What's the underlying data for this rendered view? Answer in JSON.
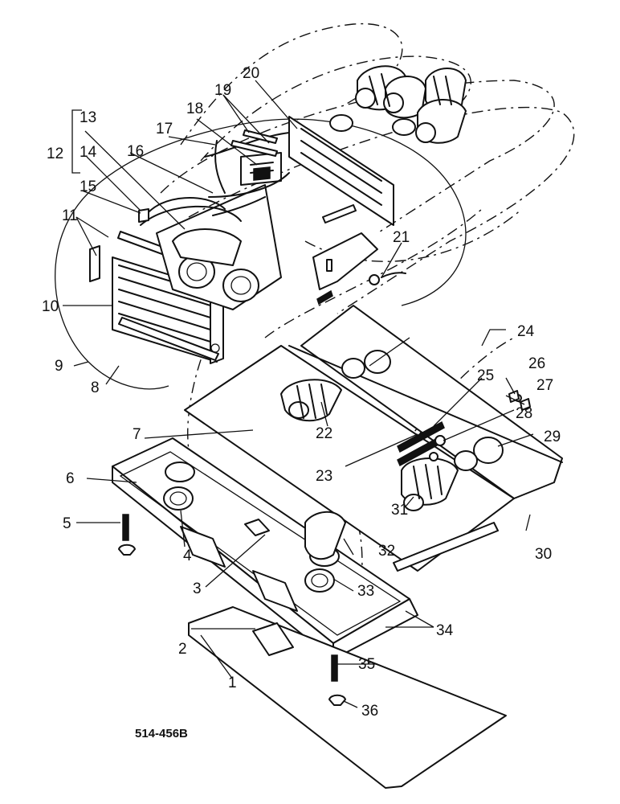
{
  "drawing_ref": "514-456B",
  "callouts": [
    "1",
    "2",
    "3",
    "4",
    "5",
    "6",
    "7",
    "8",
    "9",
    "10",
    "11",
    "12",
    "13",
    "14",
    "15",
    "16",
    "17",
    "18",
    "19",
    "20",
    "21",
    "22",
    "23",
    "24",
    "25",
    "26",
    "27",
    "28",
    "29",
    "30",
    "31",
    "32",
    "33",
    "34",
    "35",
    "36"
  ]
}
